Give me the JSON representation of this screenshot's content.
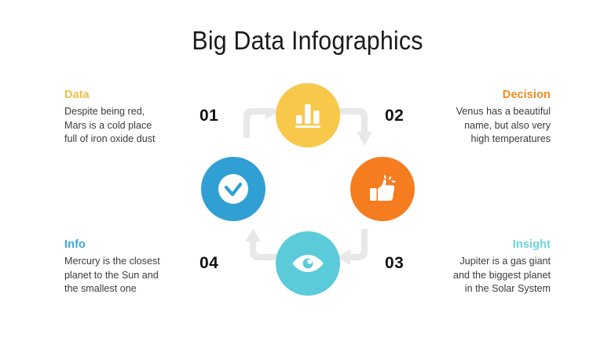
{
  "slide": {
    "title": "Big Data Infographics",
    "background_color": "#ffffff"
  },
  "palette": {
    "data_yellow": "#F8C84B",
    "decision_orange": "#F57C1F",
    "insight_turquoise": "#5BCBD9",
    "info_blue": "#309FD4",
    "arrow_gray": "#E8E8E8",
    "number_black": "#111111",
    "body_text": "#3B3B3B"
  },
  "steps": [
    {
      "number": "01",
      "heading": "Data",
      "heading_color": "#F0C04A",
      "body": "Despite being red, Mars is a cold place full of iron oxide dust",
      "body_lines": [
        "Despite being red,",
        "Mars is a cold place",
        "full of iron oxide dust"
      ],
      "icon": "bar-chart-icon",
      "circle_color": "#F8C84B",
      "position": "top"
    },
    {
      "number": "02",
      "heading": "Decision",
      "heading_color": "#ED8B22",
      "body": "Venus has a beautiful name, but also very high temperatures",
      "body_lines": [
        "Venus has a beautiful",
        "name, but also very",
        "high temperatures"
      ],
      "icon": "thumbs-up-icon",
      "circle_color": "#F57C1F",
      "position": "right"
    },
    {
      "number": "03",
      "heading": "Insight",
      "heading_color": "#6FD3DE",
      "body": "Jupiter is a gas giant and the biggest planet in the Solar System",
      "body_lines": [
        "Jupiter is a gas giant",
        "and the biggest planet",
        "in the Solar System"
      ],
      "icon": "eye-icon",
      "circle_color": "#5BCBD9",
      "position": "bottom"
    },
    {
      "number": "04",
      "heading": "Info",
      "heading_color": "#3BA7DA",
      "body": "Mercury is the closest planet to the Sun and the smallest one",
      "body_lines": [
        "Mercury is the closest",
        "planet to the Sun and",
        "the smallest one"
      ],
      "icon": "check-circle-icon",
      "circle_color": "#309FD4",
      "position": "left"
    }
  ]
}
